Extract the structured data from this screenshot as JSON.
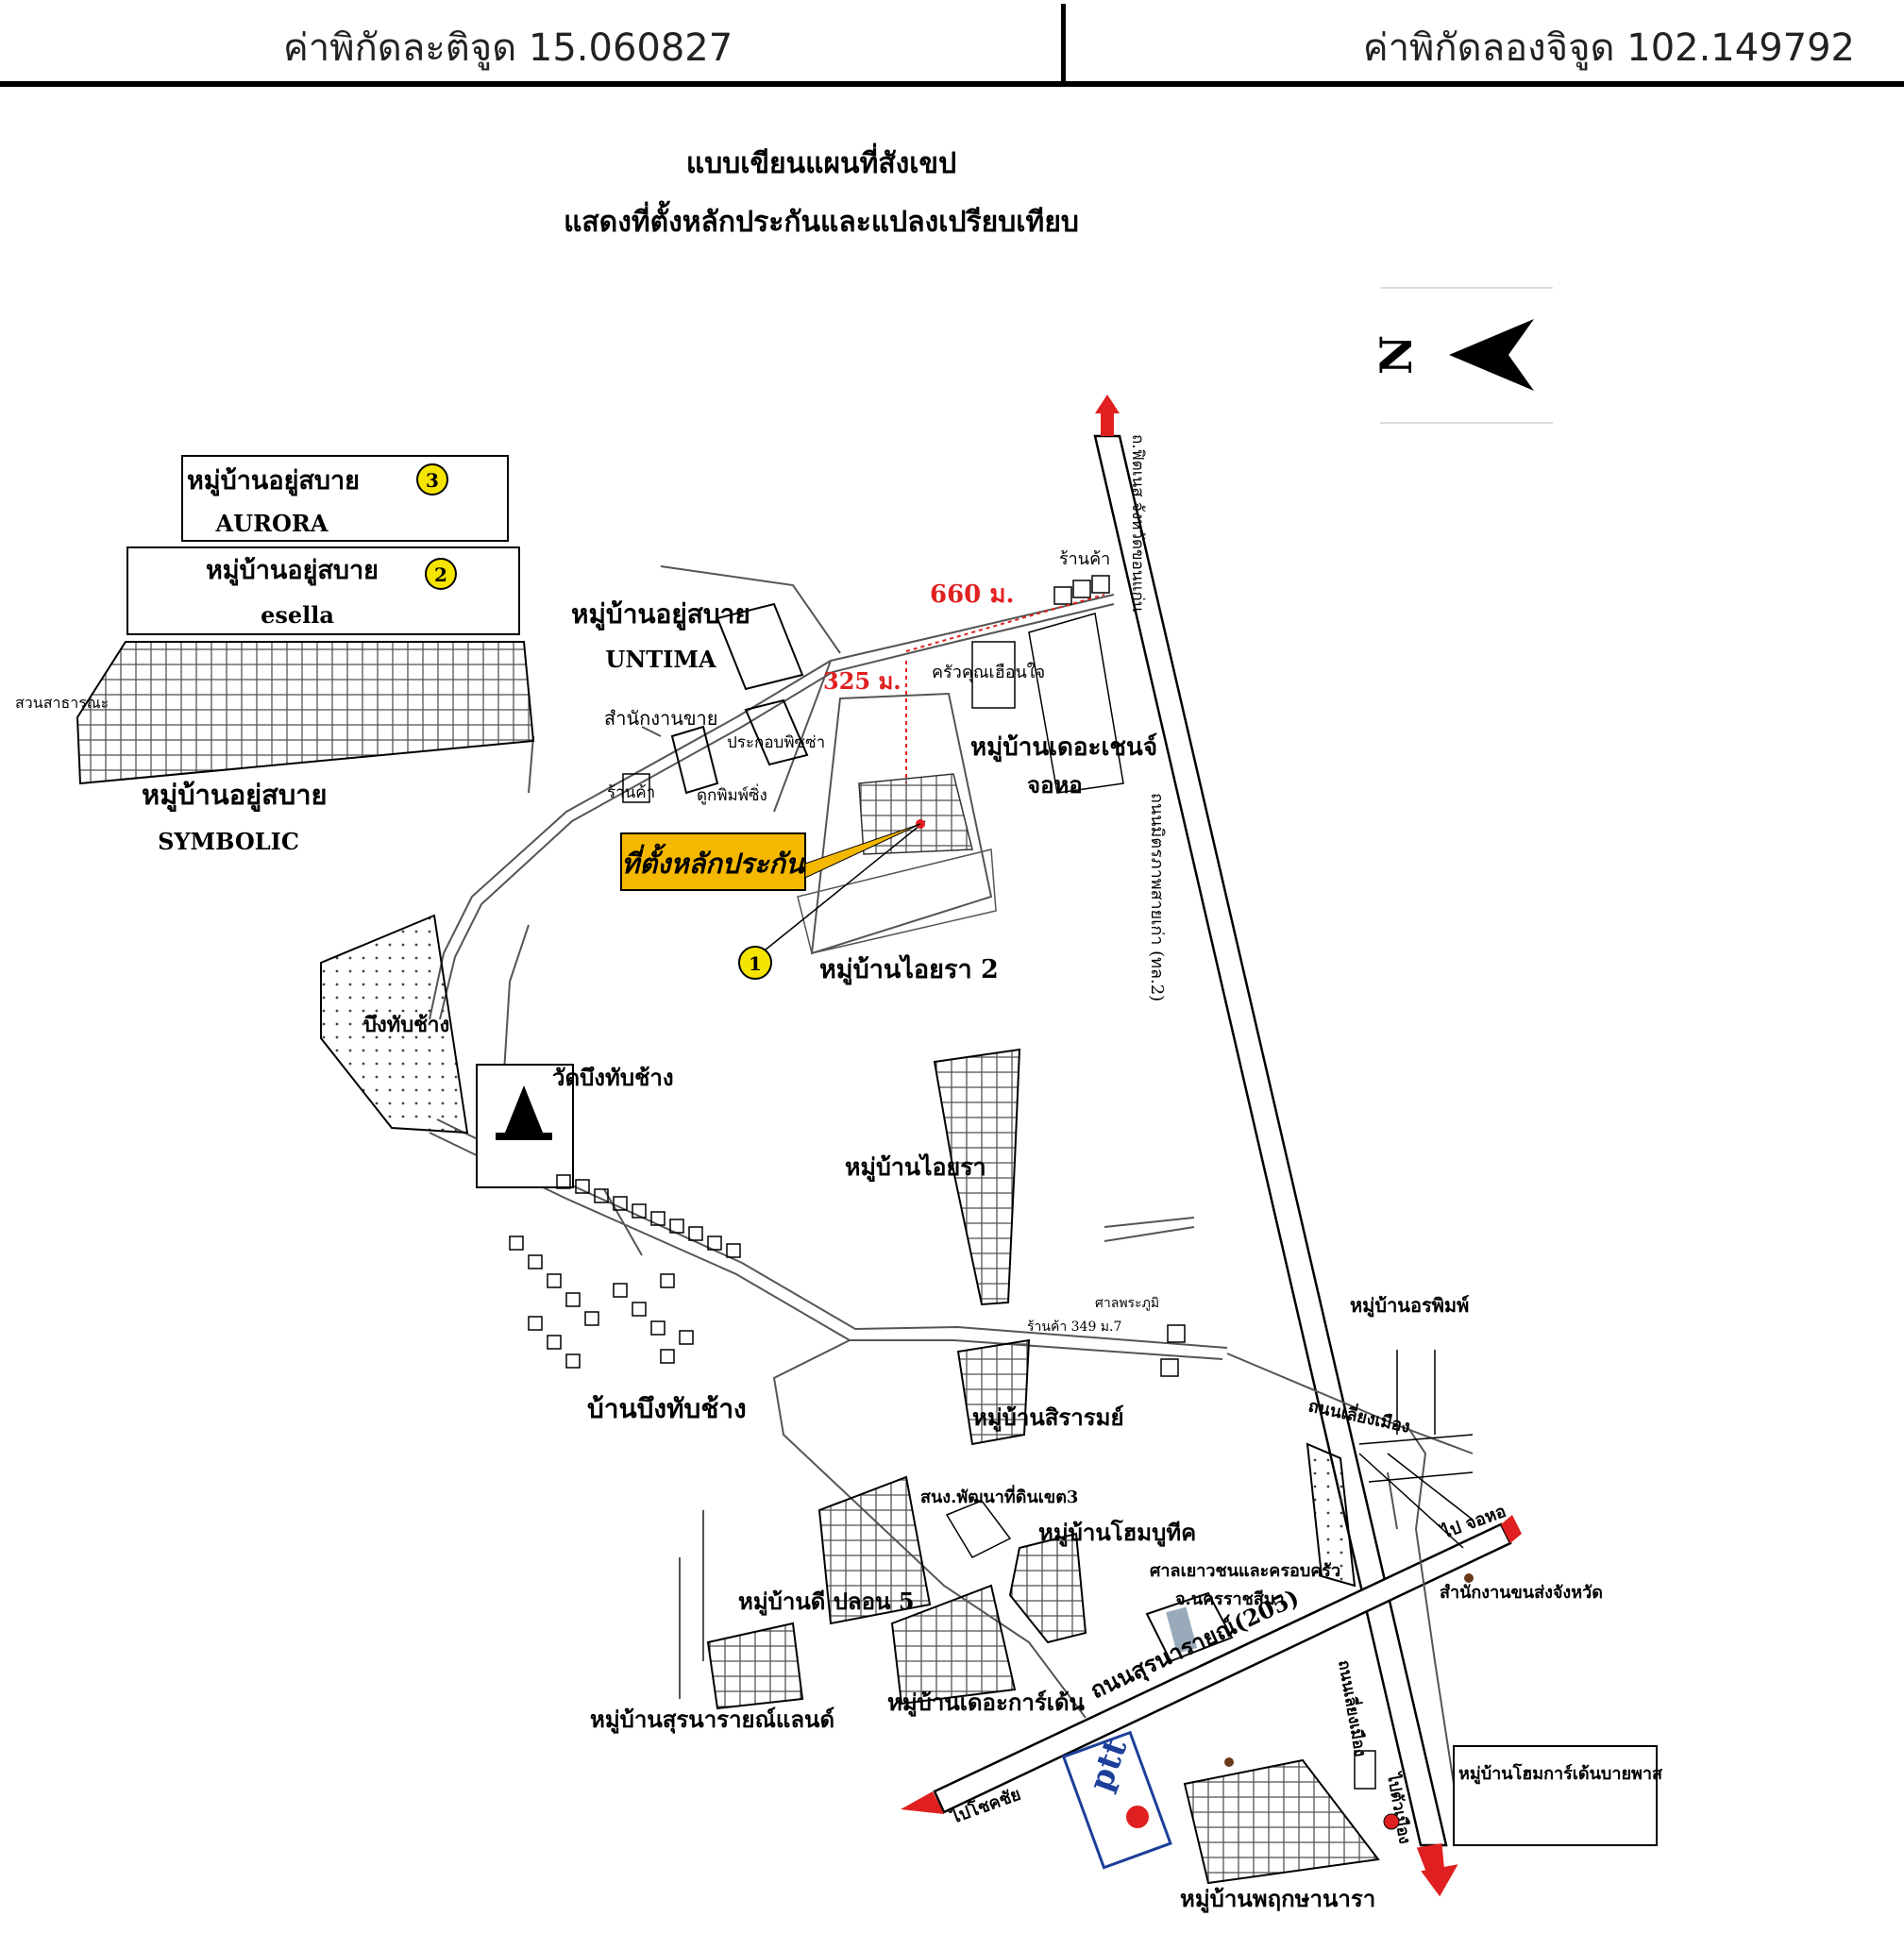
{
  "header": {
    "latitude": "ค่าพิกัดละติจูด 15.060827",
    "longitude": "ค่าพิกัดลองจิจูด 102.149792"
  },
  "title": {
    "line1": "แบบเขียนแผนที่สังเขป",
    "line2": "แสดงที่ตั้งหลักประกันและแปลงเปรียบเทียบ"
  },
  "compass": {
    "letter": "N",
    "icon": "north-arrow-icon"
  },
  "distances": {
    "d660": "660 ม.",
    "d325": "325 ม.",
    "color": "#e02020"
  },
  "collateral": {
    "label": "ที่ตั้งหลักประกัน",
    "color": "#f5b800",
    "marker": "1"
  },
  "villages": {
    "v3_name": "หมู่บ้านอยู่สบาย",
    "v3_project": "AURORA",
    "v3_marker": "3",
    "v2_name": "หมู่บ้านอยู่สบาย",
    "v2_project": "esella",
    "v2_marker": "2",
    "untima_name": "หมู่บ้านอยู่สบาย",
    "untima_project": "UNTIMA",
    "symbolic_name": "หมู่บ้านอยู่สบาย",
    "symbolic_project": "SYMBOLIC",
    "iyara2": "หมู่บ้านไอยรา 2",
    "iyara": "หมู่บ้านไอยรา",
    "the_chain": "หมู่บ้านเดอะเชนจ์",
    "the_chain2": "จอหอ",
    "ban_pueng": "บ้านบึงทับช้าง",
    "siram": "หมู่บ้านสิรารมย์",
    "home_btique": "หมู่บ้านโฮมบูทีค",
    "dee": "หมู่บ้านดี ปลอน 5",
    "the_garden": "หมู่บ้านเดอะการ์เด้น",
    "suranarai": "หมู่บ้านสุรนารายณ์แลนด์",
    "prueksa": "หมู่บ้านพฤกษานารา",
    "home_garden": "หมู่บ้านโฮมการ์เด้นบายพาส",
    "koranit": "หมู่บ้านอรพิมพ์"
  },
  "places": {
    "shop1": "ร้านค้า",
    "shop2": "ร้านค้า",
    "kitchen": "ครัวคุณเฮือนใจ",
    "office": "สำนักงานขาย",
    "park": "สวนสาธารณะ",
    "pond": "บึงทับช้าง",
    "temple": "วัดบึงทับช้าง",
    "printing": "ประกอบพิซซ่า",
    "factory": "ดูกพิมพ์ซิ่ง",
    "hospital": "สนง.พัฒนาที่ดินเขต3",
    "court": "ศาลเยาวชนและครอบครัว",
    "court2": "จ.นครราชสีมา",
    "transport": "สำนักงานขนส่งจังหวัด",
    "shop3": "ร้านค้า 349 ม.7",
    "moo": "ศาลพระภูมิ"
  },
  "roads": {
    "highway_top": "ถ.ฟิตเนส จังหวัดขอนแก่น",
    "highway_name": "ถนนมิตรภาพสายเก่า (ทล.2)",
    "suranarai_road": "ถนนสุรนารายณ์(205)",
    "to_chokchai": "ไปโชคชัย",
    "to_johor": "ไป จอหอ",
    "to_city": "ไปตัวเมือง",
    "bypass": "ถนนเลี่ยงเมือง",
    "soi": "ถนนเลี่ยงเมือง"
  },
  "logo": {
    "text": "ptt",
    "color": "#1d3f9a"
  }
}
